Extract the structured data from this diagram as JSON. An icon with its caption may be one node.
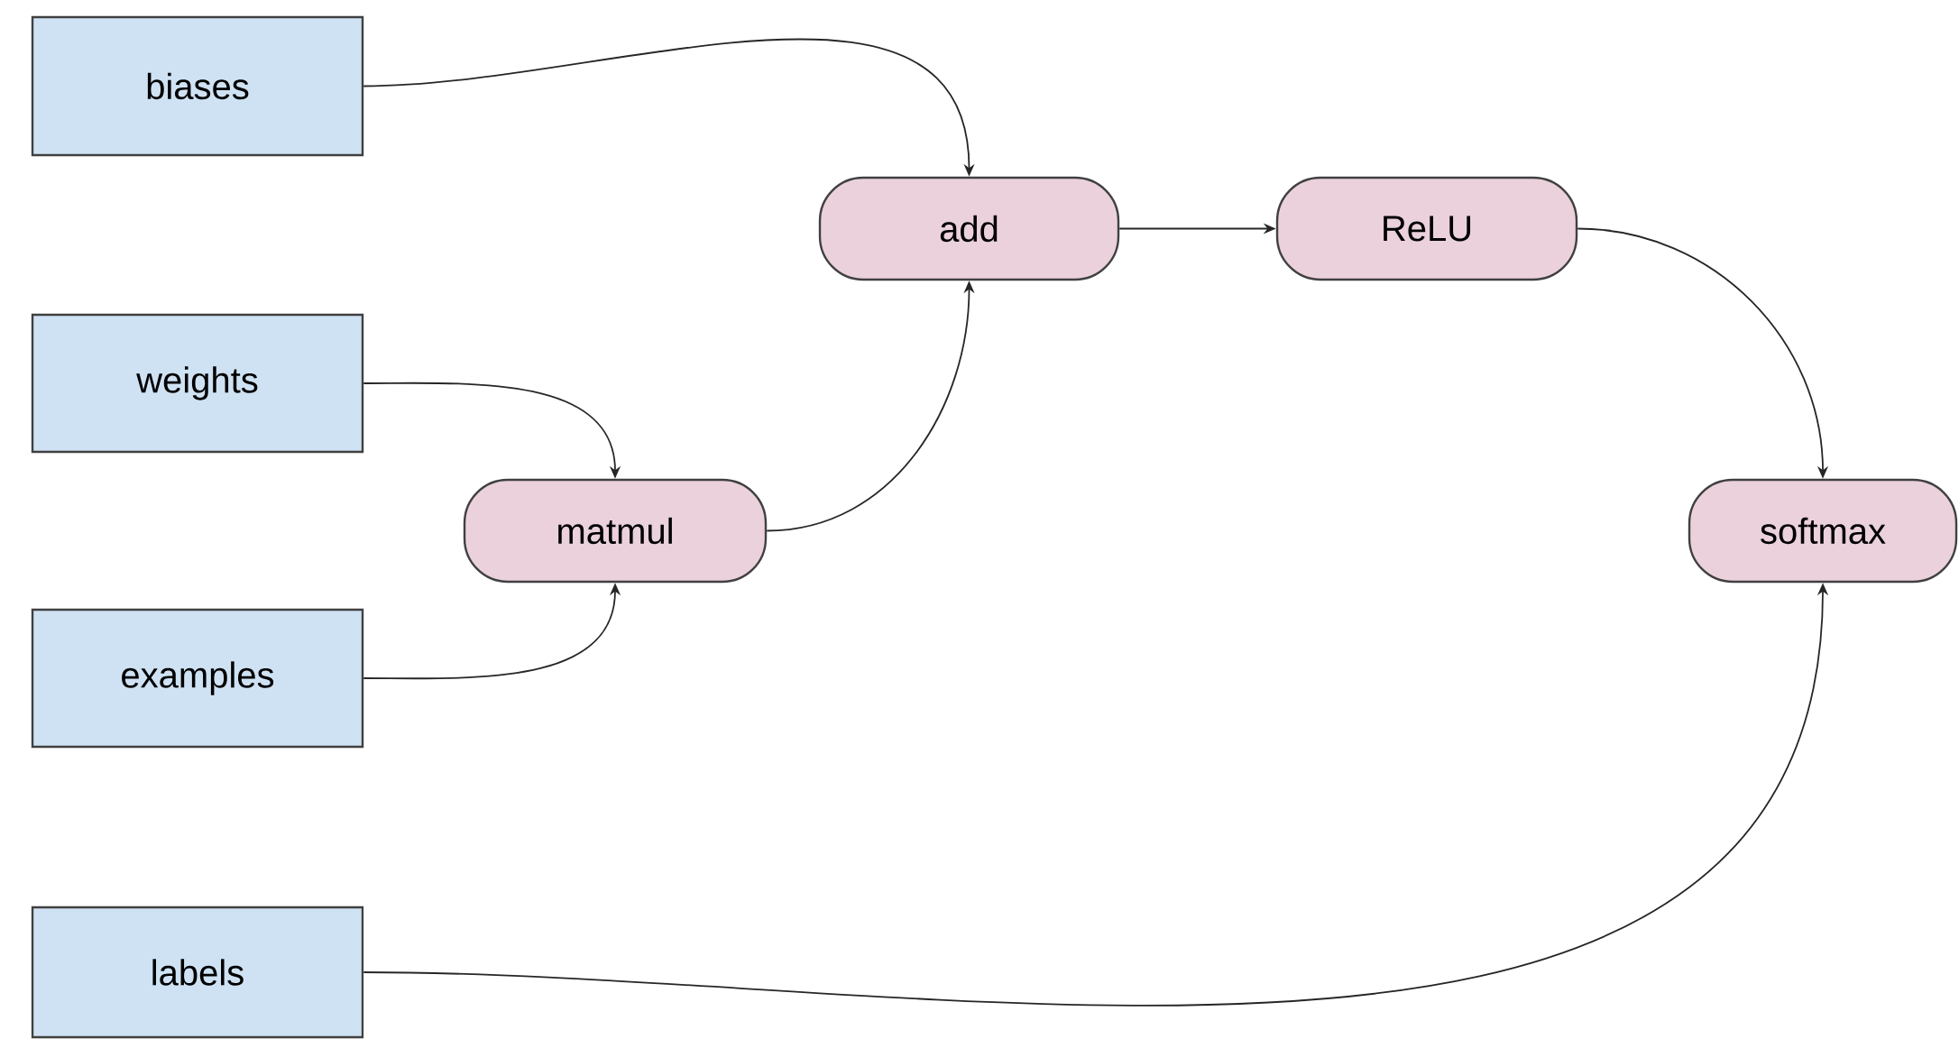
{
  "diagram": {
    "nodes": [
      {
        "text": [
          "biases"
        ]
      },
      {
        "text": [
          "weights"
        ]
      },
      {
        "text": [
          "examples"
        ]
      },
      {
        "text": [
          "labels"
        ]
      },
      {
        "text": [
          "add"
        ]
      },
      {
        "text": [
          "ReLU"
        ]
      },
      {
        "text": [
          "matmul"
        ]
      },
      {
        "text": [
          "softmax"
        ]
      }
    ],
    "edges": [
      {
        "from": 0,
        "to": 4,
        "arrow": "to"
      },
      {
        "from": 1,
        "to": 6,
        "arrow": "to"
      },
      {
        "from": 2,
        "to": 6,
        "arrow": "to"
      },
      {
        "from": 6,
        "to": 4,
        "arrow": "to"
      },
      {
        "from": 4,
        "to": 5,
        "arrow": "to"
      },
      {
        "from": 5,
        "to": 7,
        "arrow": "to"
      },
      {
        "from": 3,
        "to": 7,
        "arrow": "to"
      }
    ]
  }
}
